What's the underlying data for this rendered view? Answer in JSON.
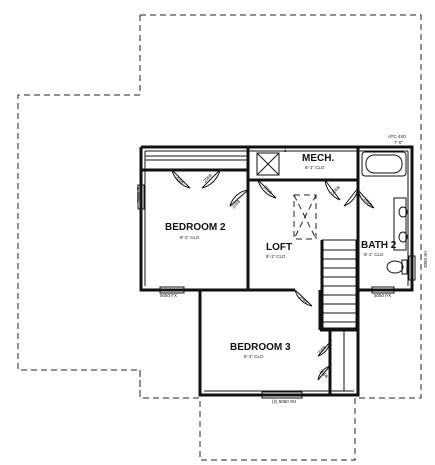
{
  "rooms": {
    "bedroom2": {
      "name": "BEDROOM 2",
      "ceiling": "8'-1\" CLG"
    },
    "bedroom3": {
      "name": "BEDROOM 3",
      "ceiling": "8'-1\" CLG"
    },
    "loft": {
      "name": "LOFT",
      "ceiling": "8'-1\" CLG"
    },
    "bath2": {
      "name": "BATH 2",
      "ceiling": "8'-1\" CLG"
    },
    "mech": {
      "name": "MECH.",
      "ceiling": "8'-1\" CLG"
    }
  },
  "doors": {
    "bed2_closet_a": "2068",
    "bed2_closet_b": "2068",
    "bed2_entry": "2068",
    "mech_entry": "2068",
    "loft_closet": "2068",
    "bath_entry": "2068",
    "bed3_entry": "2068",
    "bed3_closet_a": "2068",
    "bed3_closet_b": "2068"
  },
  "windows": {
    "bed2_left": "5068 SH",
    "bed2_bottom": "5050 FX",
    "bath_bottom": "5050 FX",
    "bath_right": "3050 SH",
    "bed3_bottom": "(2) 5050 SH"
  },
  "notes": {
    "top_right": "ATC 4X0",
    "top_right_2": "7'-0\"",
    "marker": "1"
  }
}
